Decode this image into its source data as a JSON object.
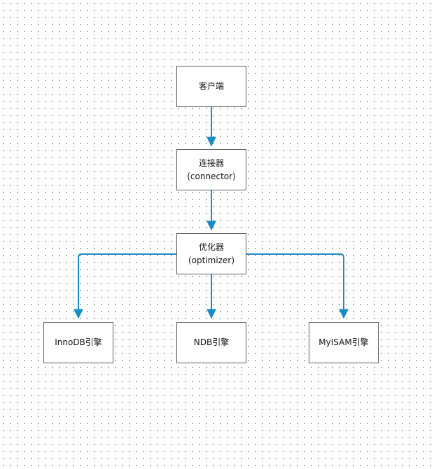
{
  "diagram": {
    "nodes": {
      "client": {
        "label": "客户端"
      },
      "connector": {
        "label": "连接器",
        "sublabel": "(connector)"
      },
      "optimizer": {
        "label": "优化器",
        "sublabel": "(optimizer)"
      },
      "innodb": {
        "label": "InnoDB引擎"
      },
      "ndb": {
        "label": "NDB引擎"
      },
      "myisam": {
        "label": "MyISAM引擎"
      }
    },
    "edges": [
      {
        "from": "client",
        "to": "connector"
      },
      {
        "from": "connector",
        "to": "optimizer"
      },
      {
        "from": "optimizer",
        "to": "innodb"
      },
      {
        "from": "optimizer",
        "to": "ndb"
      },
      {
        "from": "optimizer",
        "to": "myisam"
      }
    ],
    "colors": {
      "edge": "#1a8cc4",
      "node_border": "#5a5a5a",
      "grid_dot": "#9a9a9a"
    }
  }
}
